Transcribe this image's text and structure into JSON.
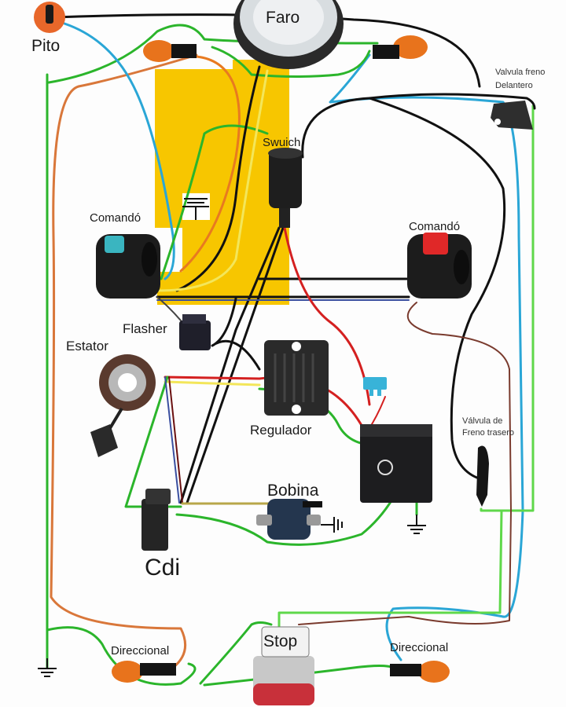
{
  "diagram": {
    "title": "Motorcycle electrical wiring diagram",
    "components": {
      "horn": {
        "label": "Pito"
      },
      "headlight": {
        "label": "Faro"
      },
      "ignition_switch": {
        "label": "Swuich"
      },
      "left_handlebar_switch": {
        "label": "Comandó"
      },
      "right_handlebar_switch": {
        "label": "Comandó"
      },
      "front_brake_switch": {
        "label_line1": "Valvula freno",
        "label_line2": "Delantero"
      },
      "flasher_relay": {
        "label": "Flasher"
      },
      "stator": {
        "label": "Estator"
      },
      "regulator": {
        "label": "Regulador"
      },
      "fuse": {
        "label": ""
      },
      "battery": {
        "label": ""
      },
      "rear_brake_switch": {
        "label_line1": "Válvula de",
        "label_line2": "Freno trasero"
      },
      "ignition_coil": {
        "label": "Bobina"
      },
      "cdi": {
        "label": "Cdi"
      },
      "rear_left_turn_signal": {
        "label": "Direccional"
      },
      "rear_right_turn_signal": {
        "label": "Direccional"
      },
      "tail_light": {
        "label": "Stop"
      }
    },
    "wire_colors": {
      "black": "#111111",
      "green": "#2bb52b",
      "light_green": "#5fd84a",
      "blue": "#2aa6d6",
      "orange": "#d9773a",
      "brown": "#7a3b2e",
      "red": "#d42020",
      "yellow": "#f3e65a",
      "white": "#f4f4f4"
    },
    "accent_colors": {
      "harness_area": "#f7c600",
      "turn_signal_amber": "#e8731c",
      "tail_red": "#c8303a"
    }
  }
}
